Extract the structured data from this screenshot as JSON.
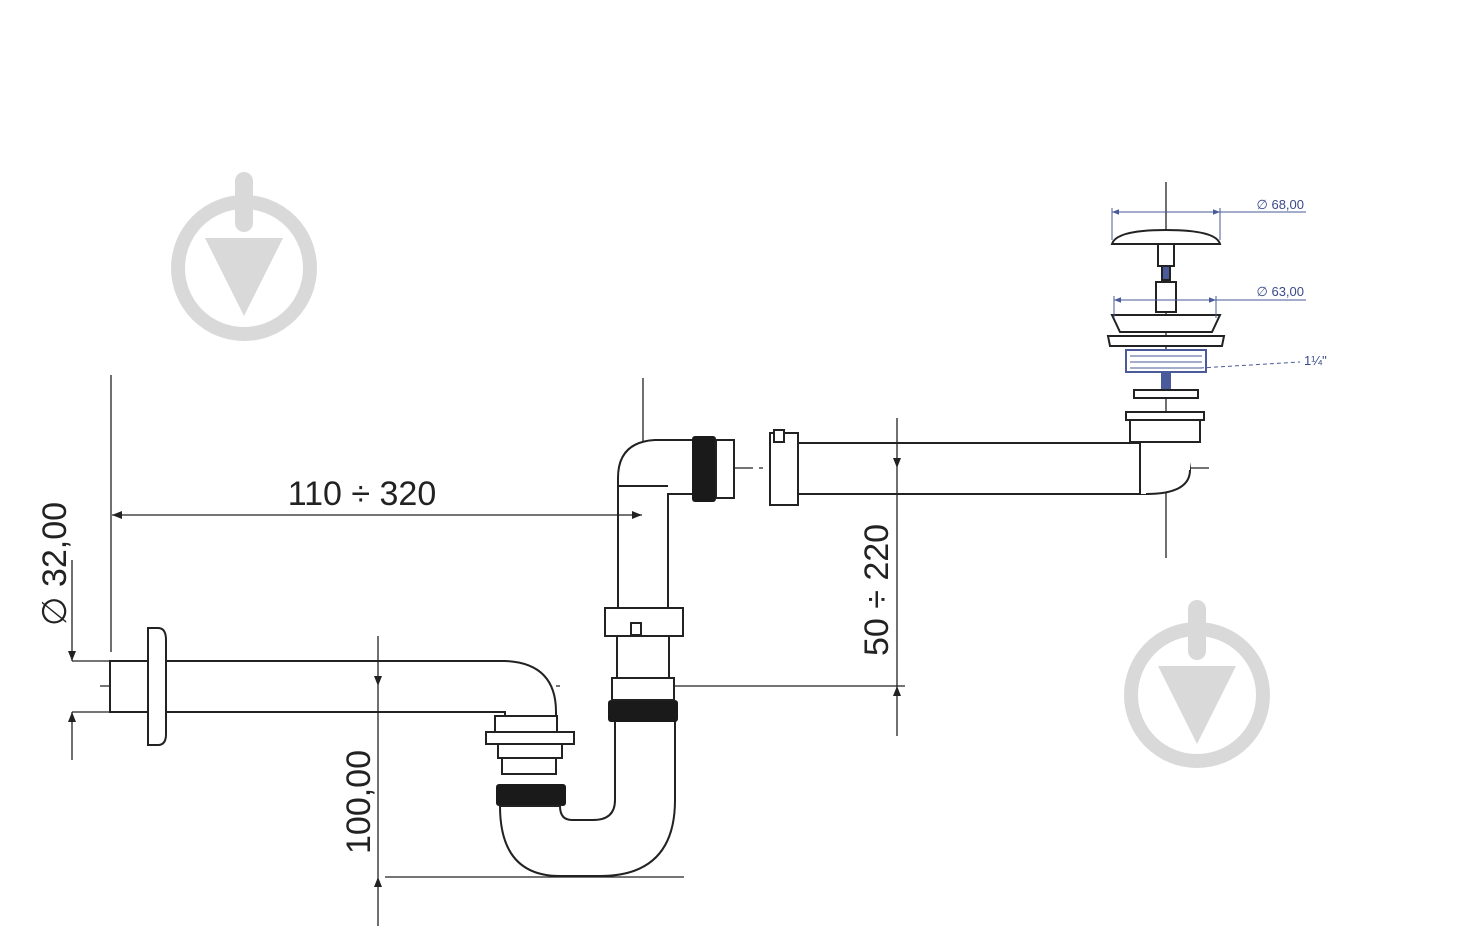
{
  "dimensions": {
    "horizontal_offset": "110 ÷ 320",
    "pipe_diameter": "∅ 32,00",
    "vertical_offset": "50 ÷ 220",
    "trap_depth": "100,00",
    "cap_diameter": "∅ 68,00",
    "strainer_diameter": "∅ 63,00",
    "thread_size": "1¼\""
  },
  "colors": {
    "line": "#222222",
    "watermark": "#d9d9d9",
    "callout": "#3a4a8a"
  },
  "icons": [
    "watermark-logo-icon",
    "watermark-logo-icon"
  ]
}
